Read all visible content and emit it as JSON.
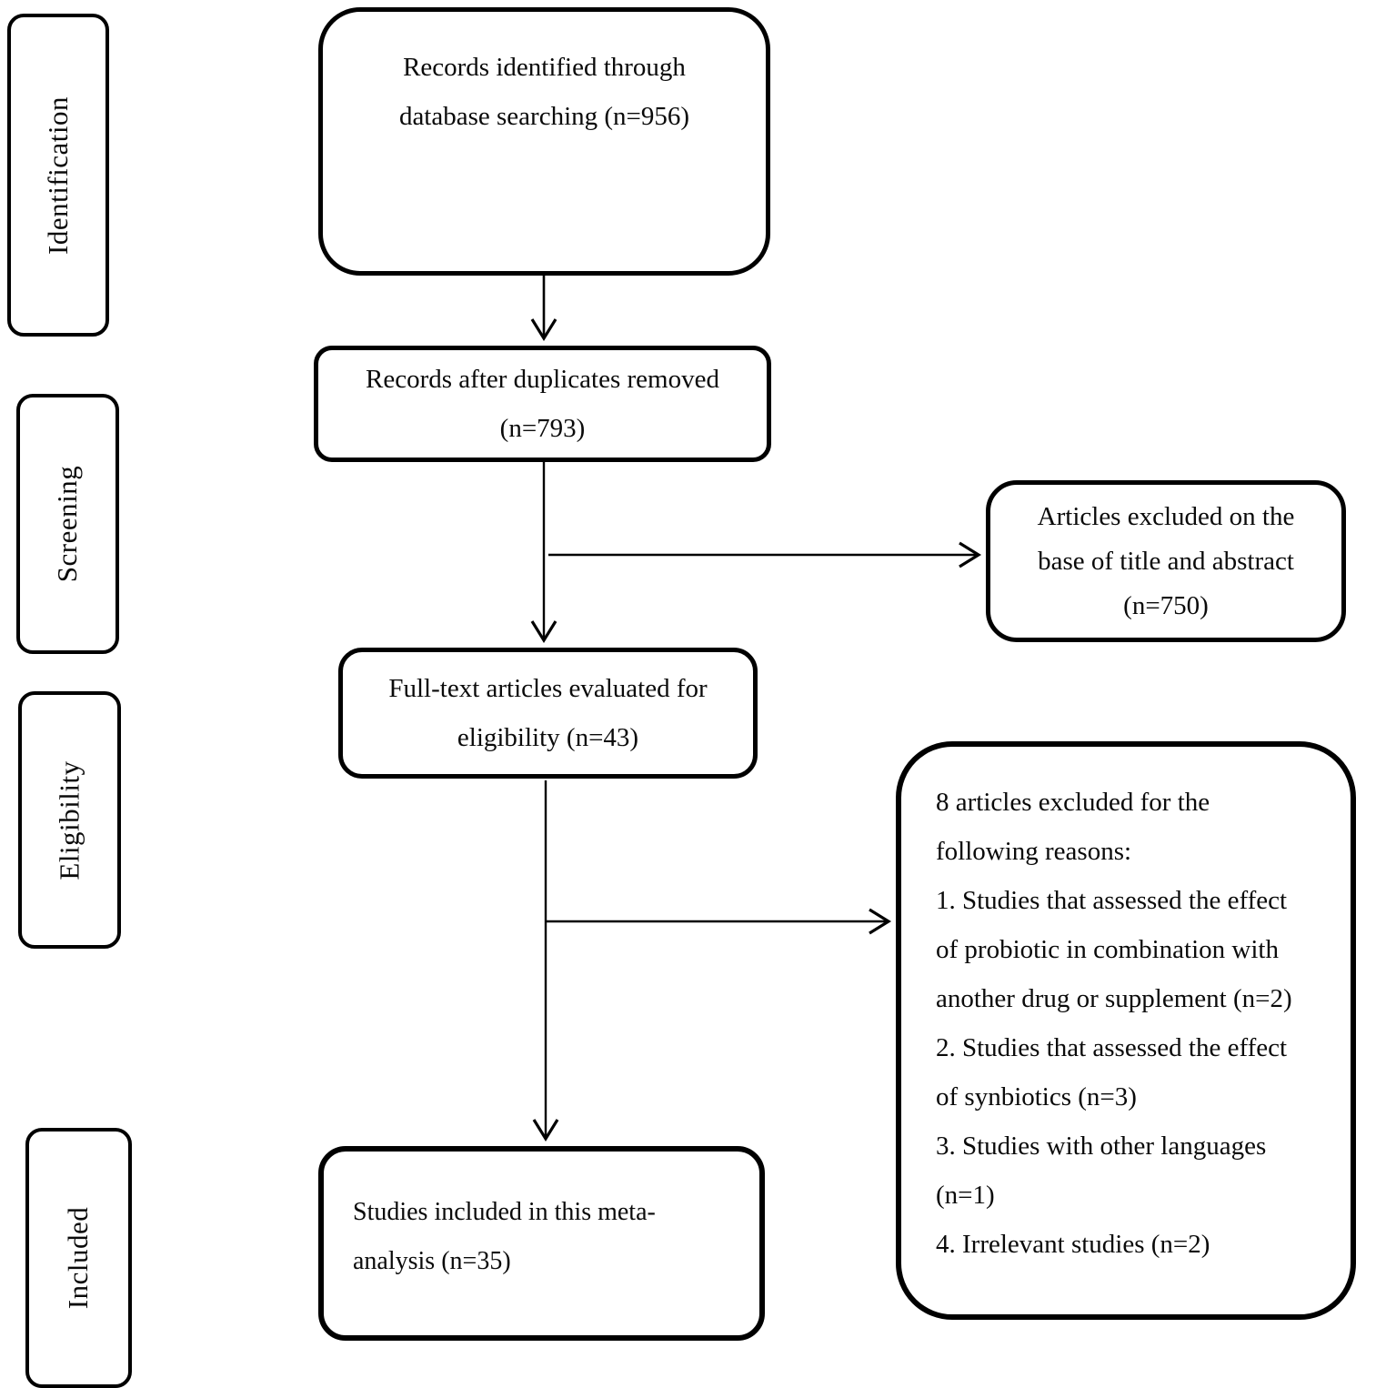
{
  "colors": {
    "line": "#000000",
    "background": "#ffffff",
    "text": "#000000"
  },
  "stages": {
    "identification": "Identification",
    "screening": "Screening",
    "eligibility": "Eligibility",
    "included": "Included"
  },
  "boxes": {
    "identified": {
      "lines": [
        "Records identified through",
        "database searching (n=956)"
      ]
    },
    "duplicates_removed": {
      "lines": [
        "Records after duplicates removed",
        "(n=793)"
      ]
    },
    "excluded_title_abstract": {
      "lines": [
        "Articles excluded on the",
        "base of title and abstract",
        "(n=750)"
      ]
    },
    "fulltext_evaluated": {
      "lines": [
        "Full-text articles evaluated for",
        "eligibility (n=43)"
      ]
    },
    "excluded_fulltext_reasons": {
      "lines": [
        "8 articles excluded for the",
        "following reasons:",
        "1. Studies that assessed the effect",
        "of probiotic in combination with",
        "another drug or supplement (n=2)",
        "2. Studies that assessed the effect",
        "of synbiotics (n=3)",
        "3. Studies with other languages",
        "(n=1)",
        "4. Irrelevant studies (n=2)"
      ]
    },
    "included_studies": {
      "lines": [
        "Studies included in this meta-",
        "analysis (n=35)"
      ]
    }
  }
}
